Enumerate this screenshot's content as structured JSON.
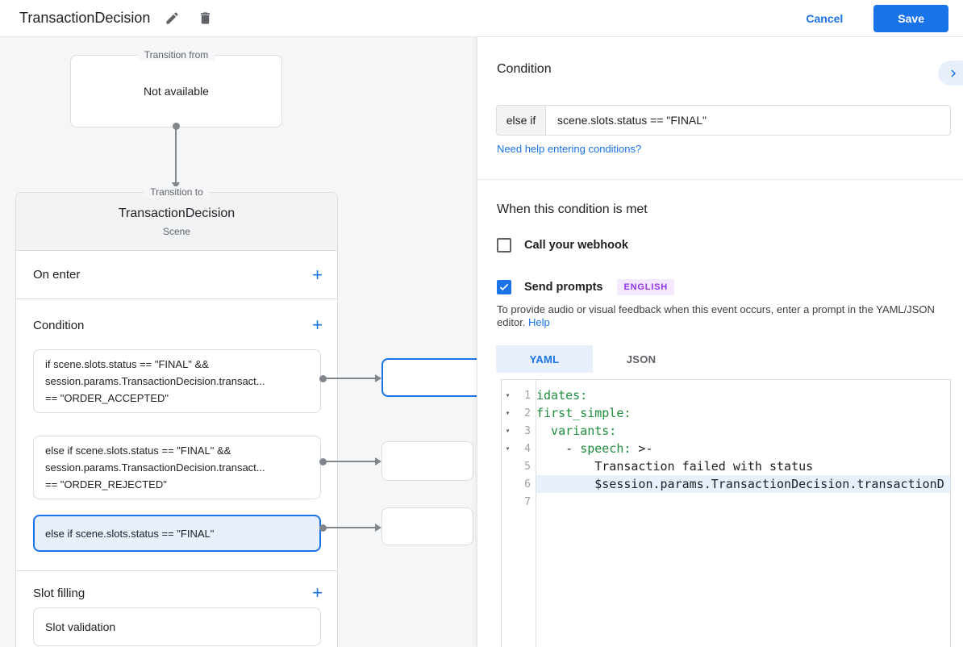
{
  "header": {
    "title": "TransactionDecision",
    "cancel_label": "Cancel",
    "save_label": "Save"
  },
  "icons": {
    "plus": "+",
    "fold": "▾"
  },
  "canvas": {
    "transition_from": {
      "legend": "Transition from",
      "value": "Not available"
    },
    "scene_card": {
      "legend": "Transition to",
      "title": "TransactionDecision",
      "type_label": "Scene",
      "on_enter_label": "On enter",
      "condition_label": "Condition",
      "slot_filling_label": "Slot filling",
      "conditions": [
        {
          "selected": false,
          "lines": [
            "if scene.slots.status == \"FINAL\" &&",
            "session.params.TransactionDecision.transact...",
            "== \"ORDER_ACCEPTED\""
          ]
        },
        {
          "selected": false,
          "lines": [
            "else if scene.slots.status == \"FINAL\" &&",
            "session.params.TransactionDecision.transact...",
            "== \"ORDER_REJECTED\""
          ]
        },
        {
          "selected": true,
          "lines": [
            "else if scene.slots.status == \"FINAL\""
          ]
        }
      ],
      "slot_items": [
        "Slot validation"
      ]
    }
  },
  "panel": {
    "condition_heading": "Condition",
    "condition_prefix": "else if",
    "condition_value": "scene.slots.status == \"FINAL\"",
    "help_link": "Need help entering conditions?",
    "when_heading": "When this condition is met",
    "webhook_label": "Call your webhook",
    "send_prompts_label": "Send prompts",
    "language_badge": "ENGLISH",
    "prompt_hint": "To provide audio or visual feedback when this event occurs, enter a prompt in the YAML/JSON editor.",
    "prompt_hint_link": "Help",
    "tabs": [
      {
        "label": "YAML",
        "active": true
      },
      {
        "label": "JSON",
        "active": false
      }
    ],
    "editor": {
      "lines": [
        {
          "num": 1,
          "fold": true,
          "highlighted": false,
          "segments": [
            {
              "type": "key",
              "text": "idates:"
            }
          ]
        },
        {
          "num": 2,
          "fold": true,
          "highlighted": false,
          "segments": [
            {
              "type": "key",
              "text": "first_simple:"
            }
          ]
        },
        {
          "num": 3,
          "fold": true,
          "highlighted": false,
          "segments": [
            {
              "type": "key",
              "text": "  variants:"
            }
          ]
        },
        {
          "num": 4,
          "fold": true,
          "highlighted": false,
          "segments": [
            {
              "type": "plain",
              "text": "    - "
            },
            {
              "type": "key",
              "text": "speech:"
            },
            {
              "type": "plain",
              "text": " >-"
            }
          ]
        },
        {
          "num": 5,
          "fold": false,
          "highlighted": false,
          "segments": [
            {
              "type": "plain",
              "text": "        Transaction failed with status"
            }
          ]
        },
        {
          "num": 6,
          "fold": false,
          "highlighted": true,
          "segments": [
            {
              "type": "plain",
              "text": "        $session.params.TransactionDecision.transactionD"
            }
          ]
        },
        {
          "num": 7,
          "fold": false,
          "highlighted": false,
          "segments": []
        }
      ]
    }
  },
  "colors": {
    "accent_blue": "#1a73e8",
    "selected_condition_bg": "#e8f0fe",
    "yaml_key_green": "#1e8e3e",
    "badge_bg": "#f3e8fd",
    "badge_text": "#9334e6",
    "canvas_bg": "#f5f6f7",
    "connector_gray": "#80868b"
  }
}
